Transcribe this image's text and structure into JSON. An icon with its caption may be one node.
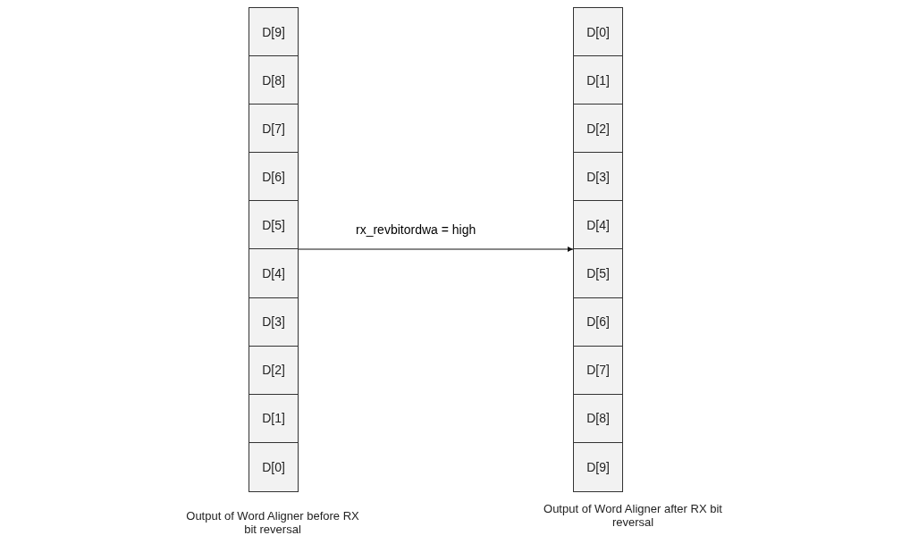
{
  "diagram": {
    "nodes": [
      {
        "text": [],
        "shape": "box",
        "beside": [
          "Output of Word Aligner before RX bit reversal"
        ]
      },
      {
        "text": [
          "D[9]"
        ],
        "in": 0
      },
      {
        "text": [
          "D[8]"
        ],
        "in": 0
      },
      {
        "text": [
          "D[7]"
        ],
        "in": 0
      },
      {
        "text": [
          "D[6]"
        ],
        "in": 0
      },
      {
        "text": [
          "D[5]"
        ],
        "in": 0
      },
      {
        "text": [
          "D[4]"
        ],
        "in": 0
      },
      {
        "text": [
          "D[3]"
        ],
        "in": 0
      },
      {
        "text": [
          "D[2]"
        ],
        "in": 0
      },
      {
        "text": [
          "D[1]"
        ],
        "in": 0
      },
      {
        "text": [
          "D[0]"
        ],
        "in": 0
      },
      {
        "text": [],
        "shape": "box",
        "beside": [
          "Output of Word Aligner after RX bit reversal"
        ]
      },
      {
        "text": [
          "D[0]"
        ],
        "in": 11
      },
      {
        "text": [
          "D[1]"
        ],
        "in": 11
      },
      {
        "text": [
          "D[2]"
        ],
        "in": 11
      },
      {
        "text": [
          "D[3]"
        ],
        "in": 11
      },
      {
        "text": [
          "D[4]"
        ],
        "in": 11
      },
      {
        "text": [
          "D[5]"
        ],
        "in": 11
      },
      {
        "text": [
          "D[6]"
        ],
        "in": 11
      },
      {
        "text": [
          "D[7]"
        ],
        "in": 11
      },
      {
        "text": [
          "D[8]"
        ],
        "in": 11
      },
      {
        "text": [
          "D[9]"
        ],
        "in": 11
      }
    ],
    "edges": [
      {
        "from": 0,
        "to": 11,
        "arrow": "to",
        "label": "rx_revbitordwa = high"
      }
    ]
  }
}
